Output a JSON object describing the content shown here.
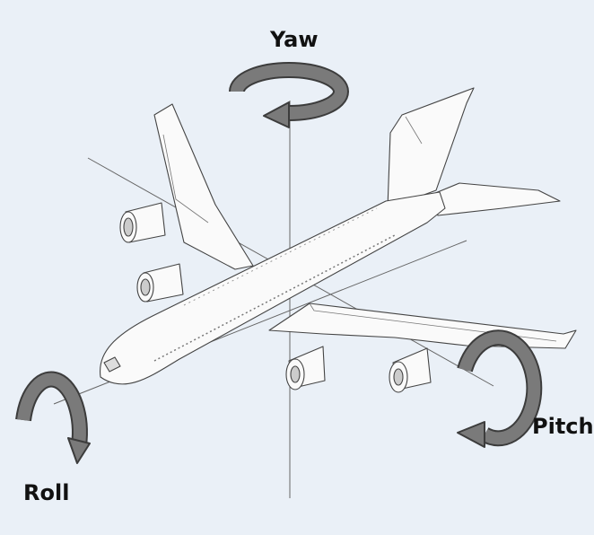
{
  "labels": {
    "yaw": "Yaw",
    "pitch": "Pitch",
    "roll": "Roll"
  },
  "colors": {
    "background": "#eaf0f7",
    "line": "#555555",
    "arrow_fill": "#7a7a7a",
    "arrow_edge": "#3c3c3c"
  }
}
